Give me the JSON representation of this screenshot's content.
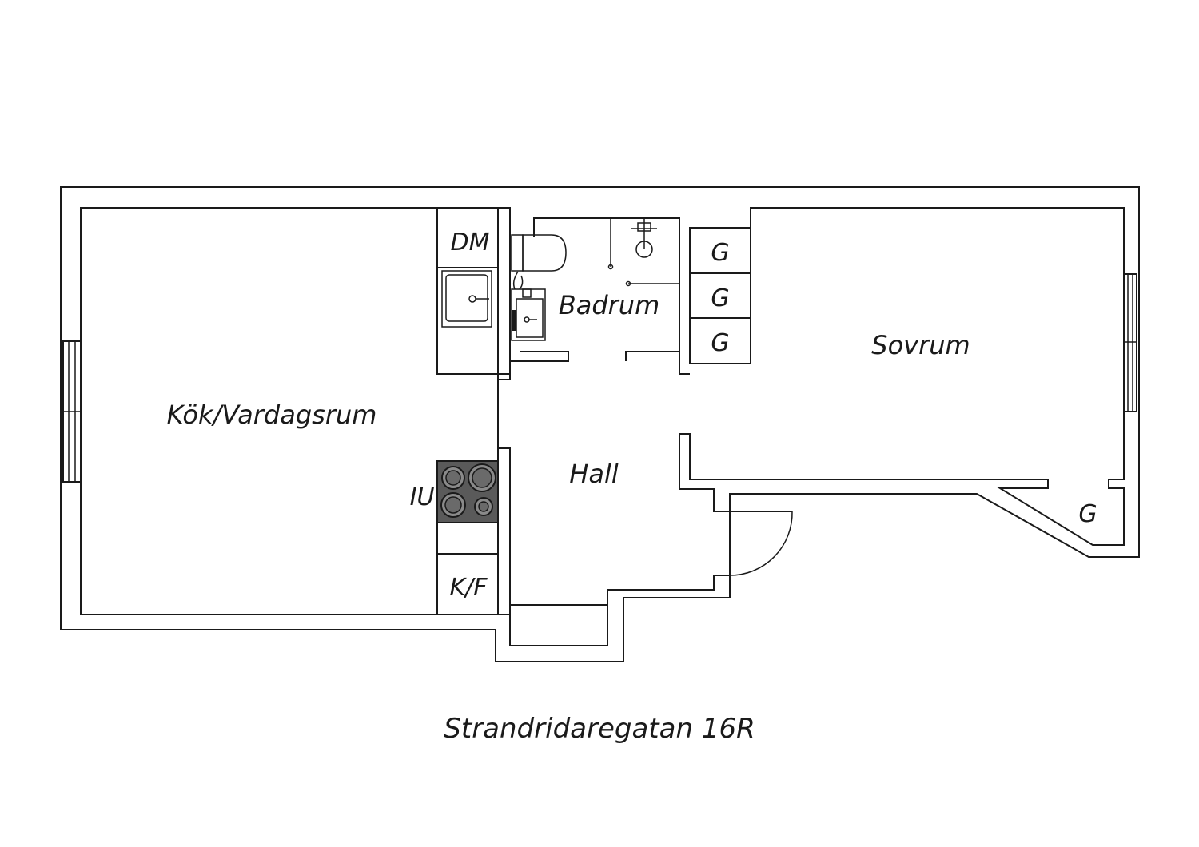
{
  "rooms": {
    "kitchen_living": "Kök/Vardagsrum",
    "bathroom": "Badrum",
    "bedroom": "Sovrum",
    "hall": "Hall"
  },
  "fixtures": {
    "dishwasher": "DM",
    "cooktop": "IU",
    "fridge_freezer": "K/F",
    "closet_1": "G",
    "closet_2": "G",
    "closet_3": "G",
    "closet_4": "G"
  },
  "address": "Strandridaregatan 16R",
  "colors": {
    "line": "#1a1a1a",
    "background": "#ffffff",
    "cooktop_fill": "#5a5a5a"
  }
}
